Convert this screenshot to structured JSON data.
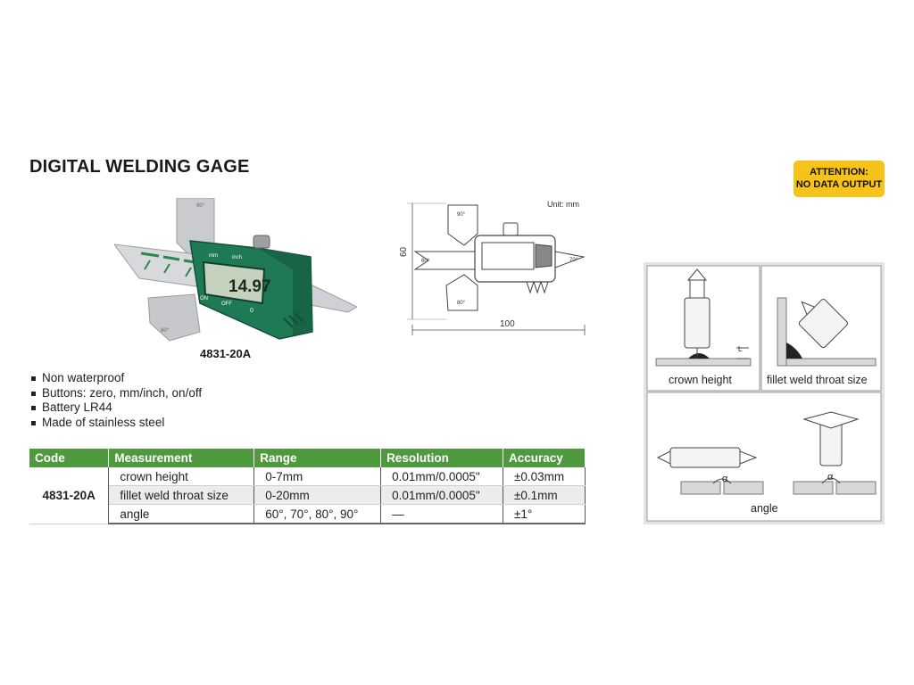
{
  "title": "DIGITAL WELDING GAGE",
  "attention": {
    "line1": "ATTENTION:",
    "line2": "NO DATA OUTPUT"
  },
  "product": {
    "model": "4831-20A",
    "display_value": "14.97",
    "button_labels": {
      "mm": "mm",
      "inch": "inch",
      "on": "ON",
      "off": "OFF",
      "zero": "0"
    },
    "blade_angle_labels": {
      "top": "90°",
      "bottom": "80°"
    }
  },
  "drawing": {
    "unit": "Unit: mm",
    "height_dim": "60",
    "width_dim": "100",
    "angles": {
      "top": "90°",
      "left": "60°",
      "right": "70°",
      "bottom": "80°"
    }
  },
  "features": [
    "Non waterproof",
    "Buttons: zero, mm/inch, on/off",
    "Battery LR44",
    "Made of stainless steel"
  ],
  "table": {
    "headers": [
      "Code",
      "Measurement",
      "Range",
      "Resolution",
      "Accuracy"
    ],
    "code": "4831-20A",
    "rows": [
      {
        "measurement": "crown height",
        "range": "0-7mm",
        "resolution": "0.01mm/0.0005\"",
        "accuracy": "±0.03mm"
      },
      {
        "measurement": "fillet weld throat size",
        "range": "0-20mm",
        "resolution": "0.01mm/0.0005\"",
        "accuracy": "±0.1mm"
      },
      {
        "measurement": "angle",
        "range": "60°, 70°, 80°, 90°",
        "resolution": "—",
        "accuracy": "±1°"
      }
    ]
  },
  "usage": {
    "crown": "crown height",
    "fillet": "fillet weld throat size",
    "angle": "angle",
    "alpha": "α",
    "l": "L"
  },
  "colors": {
    "green": "#4f9a3f",
    "device_green": "#1e7a55",
    "attention": "#f7c21a"
  }
}
